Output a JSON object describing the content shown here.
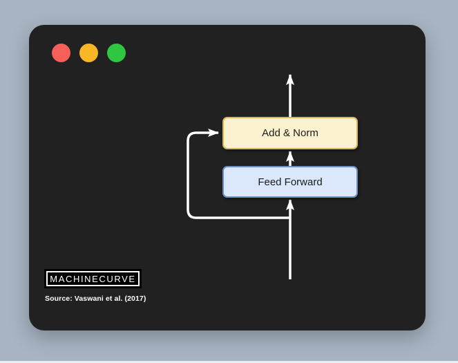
{
  "window": {
    "traffic_lights": [
      {
        "name": "close",
        "color": "#f7605a"
      },
      {
        "name": "minimize",
        "color": "#f9b626"
      },
      {
        "name": "zoom",
        "color": "#2fc642"
      }
    ],
    "background": "#212121"
  },
  "desktop": {
    "background": "#a8b4c2"
  },
  "diagram": {
    "type": "flow",
    "nodes": [
      {
        "id": "add-norm",
        "label": "Add & Norm",
        "fill": "#fdf2d0",
        "border": "#d6b656"
      },
      {
        "id": "feed-forward",
        "label": "Feed Forward",
        "fill": "#dbe8fc",
        "border": "#6c8ebf"
      }
    ],
    "edges": [
      {
        "from": "add-norm",
        "to": "output",
        "direction": "up"
      },
      {
        "from": "feed-forward",
        "to": "add-norm",
        "direction": "up"
      },
      {
        "from": "input",
        "to": "feed-forward",
        "direction": "up"
      },
      {
        "from": "input",
        "to": "add-norm",
        "type": "residual-skip-connection",
        "side": "left"
      }
    ],
    "arrow_color": "#ffffff"
  },
  "branding": {
    "logo_text": "MACHINECURVE",
    "source_text": "Source: Vaswani et al. (2017)"
  }
}
